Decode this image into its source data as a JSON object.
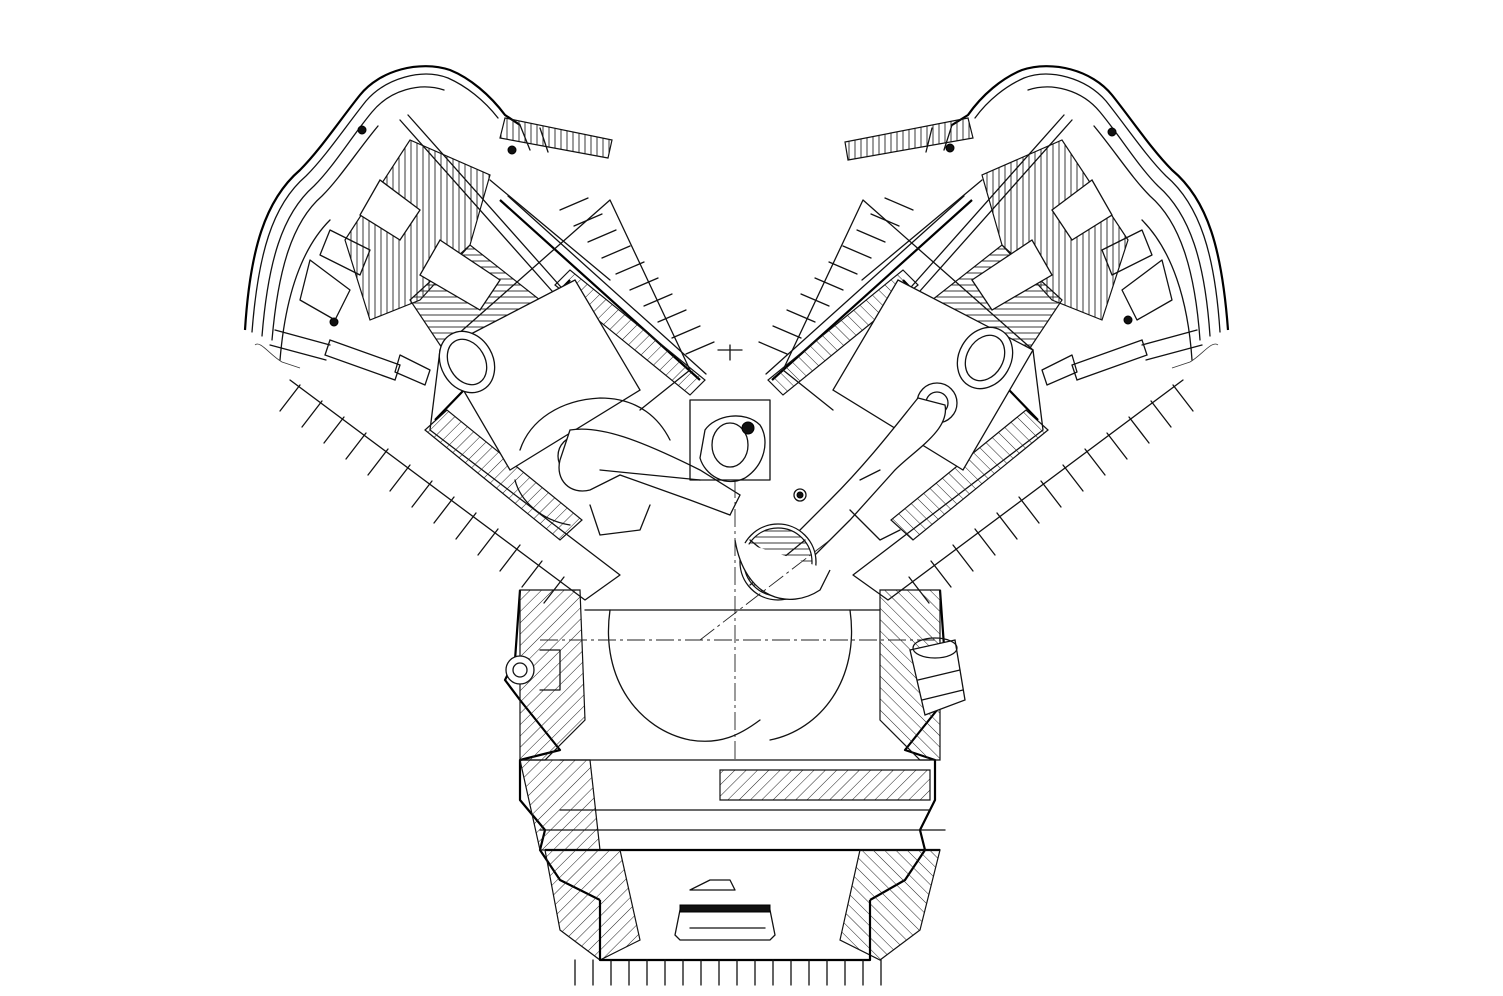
{
  "drawing": {
    "background_color": "#ffffff",
    "line_color": "#111111",
    "parts": [
      "left-cylinder-head-cover",
      "right-cylinder-head-cover",
      "left-cylinder-barrel",
      "right-cylinder-barrel",
      "left-piston",
      "right-piston",
      "left-connecting-rod",
      "right-connecting-rod",
      "crankshaft-journal",
      "camshaft",
      "crankcase",
      "sump-oil-pan",
      "oil-drain-plug",
      "oil-filter"
    ]
  }
}
